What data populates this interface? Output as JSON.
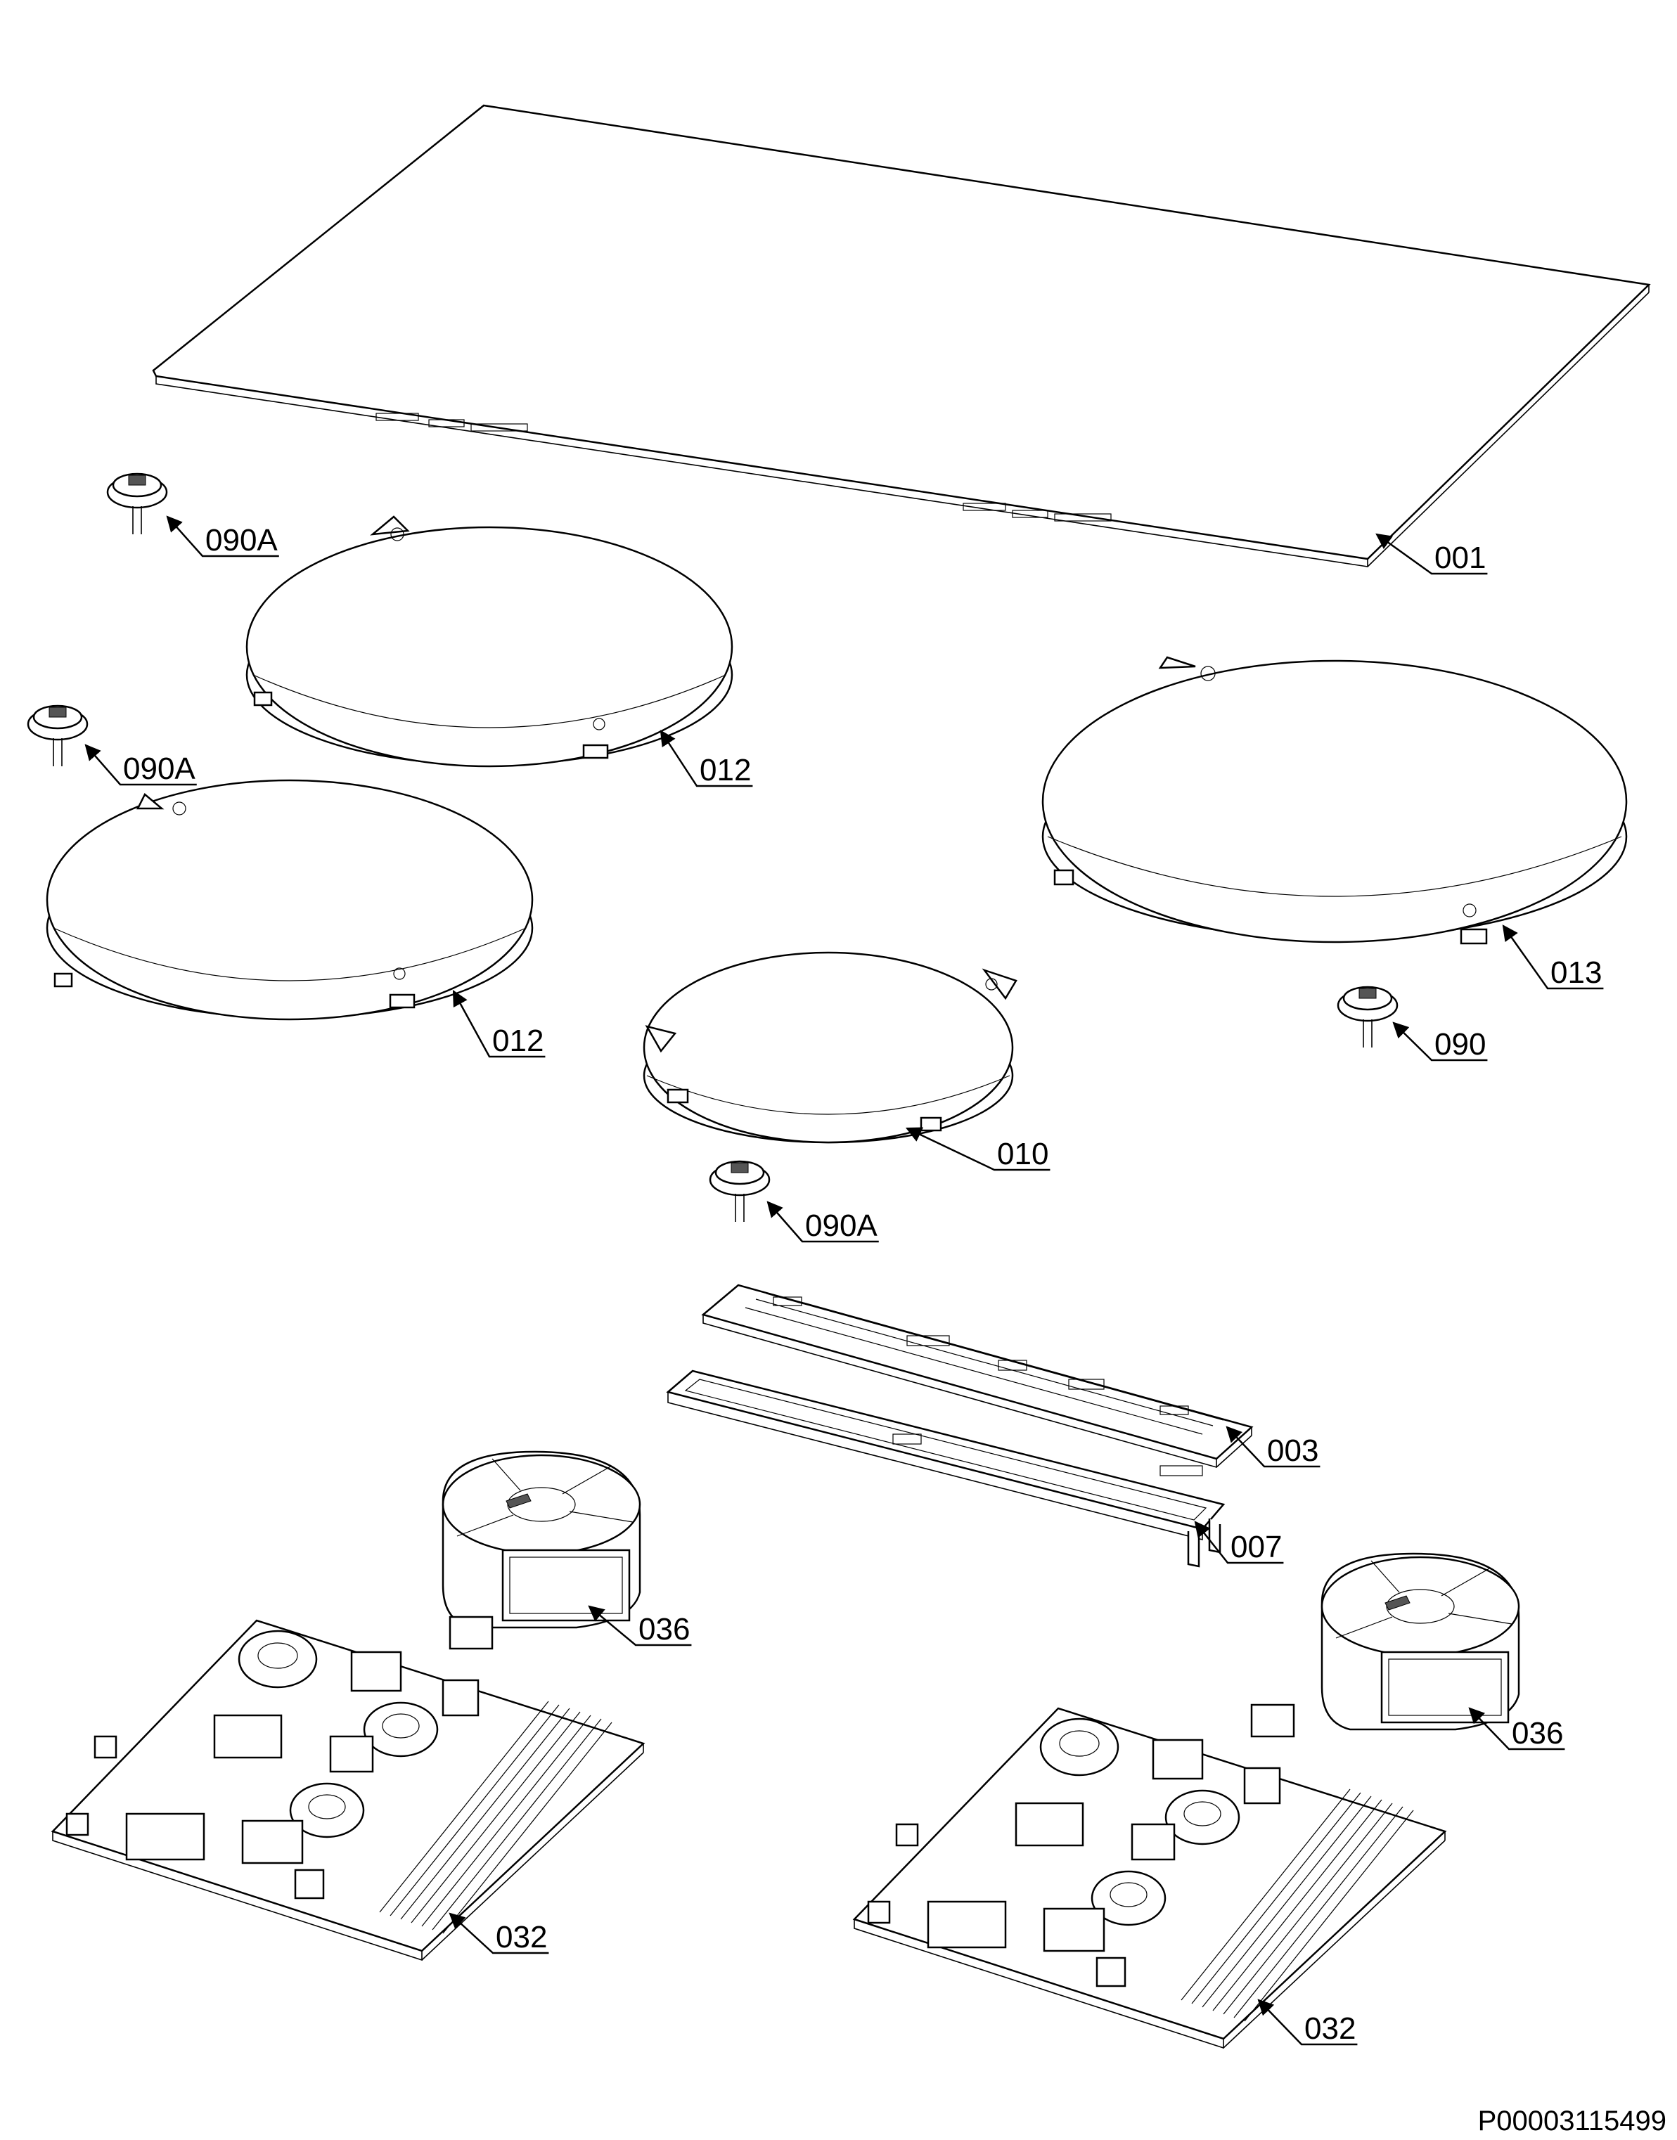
{
  "labels": [
    {
      "id": "l001",
      "text": "001"
    },
    {
      "id": "l090a1",
      "text": "090A"
    },
    {
      "id": "l012a",
      "text": "012"
    },
    {
      "id": "l090a2",
      "text": "090A"
    },
    {
      "id": "l013",
      "text": "013"
    },
    {
      "id": "l012b",
      "text": "012"
    },
    {
      "id": "l090",
      "text": "090"
    },
    {
      "id": "l010",
      "text": "010"
    },
    {
      "id": "l090a3",
      "text": "090A"
    },
    {
      "id": "l003",
      "text": "003"
    },
    {
      "id": "l007",
      "text": "007"
    },
    {
      "id": "l036a",
      "text": "036"
    },
    {
      "id": "l036b",
      "text": "036"
    },
    {
      "id": "l032a",
      "text": "032"
    },
    {
      "id": "l032b",
      "text": "032"
    }
  ],
  "document_id": "P00003115499"
}
